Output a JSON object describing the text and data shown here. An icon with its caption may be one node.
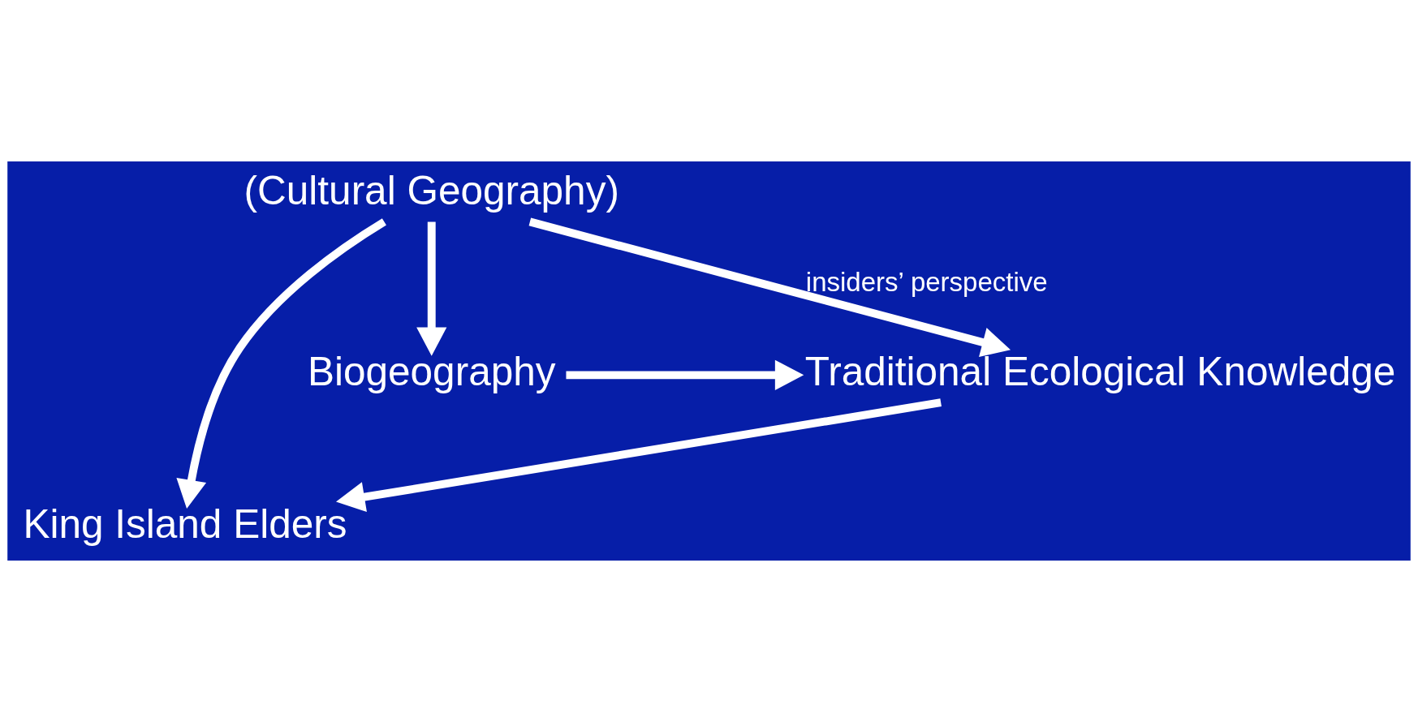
{
  "diagram": {
    "nodes": [
      {
        "text": [
          "(Cultural Geography)"
        ]
      },
      {
        "text": [
          "King Island Elders"
        ]
      },
      {
        "text": [
          "Biogeography"
        ]
      },
      {
        "text": [
          "Traditional Ecological Knowledge"
        ]
      }
    ],
    "edges": [
      {
        "from": 0,
        "to": 2,
        "arrow": "to"
      },
      {
        "from": 0,
        "to": 1,
        "arrow": "to"
      },
      {
        "from": 0,
        "to": 3,
        "arrow": "to",
        "label": "insiders’ perspective"
      },
      {
        "from": 2,
        "to": 3,
        "arrow": "to"
      },
      {
        "from": 3,
        "to": 1,
        "arrow": "to"
      }
    ]
  }
}
